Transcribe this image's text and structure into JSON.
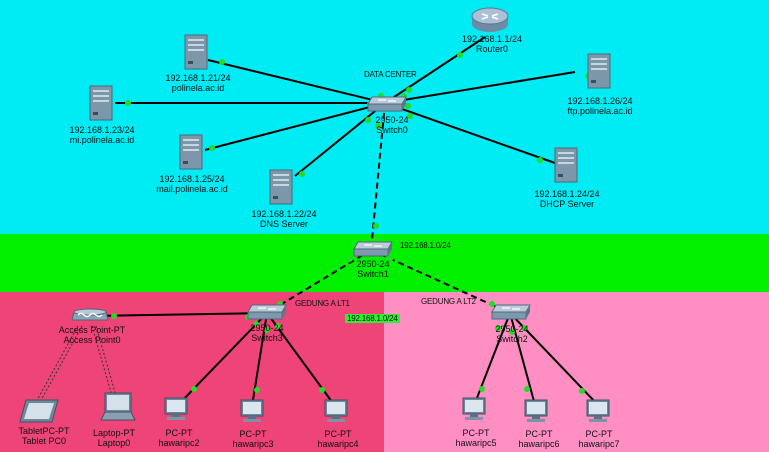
{
  "colors": {
    "datacenter": "#00ecf4",
    "backbone": "#00f000",
    "gedung1": "#ee4477",
    "gedung2": "#ff8fc3",
    "link": "#000000",
    "port": "#22dd22"
  },
  "zones": {
    "datacenter_title": "DATA CENTER",
    "gedung1_title": "GEDUNG A LT1",
    "gedung2_title": "GEDUNG A LT2",
    "backbone_net": "192.168.1.0/24",
    "gedung_net": "192.168.1.0/24"
  },
  "devices": {
    "router0": {
      "ip": "192.168.1.1/24",
      "name": "Router0",
      "icon": "router-icon"
    },
    "switch0": {
      "model": "2950-24",
      "name": "Switch0",
      "icon": "switch-icon"
    },
    "switch1": {
      "model": "2950-24",
      "name": "Switch1",
      "icon": "switch-icon"
    },
    "switch3": {
      "model": "2950-24",
      "name": "Switch3",
      "icon": "switch-icon"
    },
    "switch2": {
      "model": "2950-24",
      "name": "Switch2",
      "icon": "switch-icon"
    },
    "server_polinela": {
      "ip": "192.168.1.21/24",
      "name": "polinela.ac.id",
      "icon": "server-icon"
    },
    "server_mi": {
      "ip": "192.168.1.23/24",
      "name": "mi.polinela.ac.id",
      "icon": "server-icon"
    },
    "server_mail": {
      "ip": "192.168.1.25/24",
      "name": "mail.polinela.ac.id",
      "icon": "server-icon"
    },
    "server_dns": {
      "ip": "192.168.1.22/24",
      "name": "DNS Server",
      "icon": "server-icon"
    },
    "server_ftp": {
      "ip": "192.168.1.26/24",
      "name": "ftp.polinela.ac.id",
      "icon": "server-icon"
    },
    "server_dhcp": {
      "ip": "192.168.1.24/24",
      "name": "DHCP Server",
      "icon": "server-icon"
    },
    "access_point": {
      "model": "Access Point-PT",
      "name": "Access Point0",
      "icon": "access-point-icon"
    },
    "tablet": {
      "model": "TabletPC-PT",
      "name": "Tablet PC0",
      "icon": "tablet-icon"
    },
    "laptop": {
      "model": "Laptop-PT",
      "name": "Laptop0",
      "icon": "laptop-icon"
    },
    "pc2": {
      "model": "PC-PT",
      "name": "hawaripc2",
      "icon": "pc-icon"
    },
    "pc3": {
      "model": "PC-PT",
      "name": "hawaripc3",
      "icon": "pc-icon"
    },
    "pc4": {
      "model": "PC-PT",
      "name": "hawaripc4",
      "icon": "pc-icon"
    },
    "pc5": {
      "model": "PC-PT",
      "name": "hawaripc5",
      "icon": "pc-icon"
    },
    "pc6": {
      "model": "PC-PT",
      "name": "hawaripc6",
      "icon": "pc-icon"
    },
    "pc7": {
      "model": "PC-PT",
      "name": "hawaripc7",
      "icon": "pc-icon"
    }
  }
}
